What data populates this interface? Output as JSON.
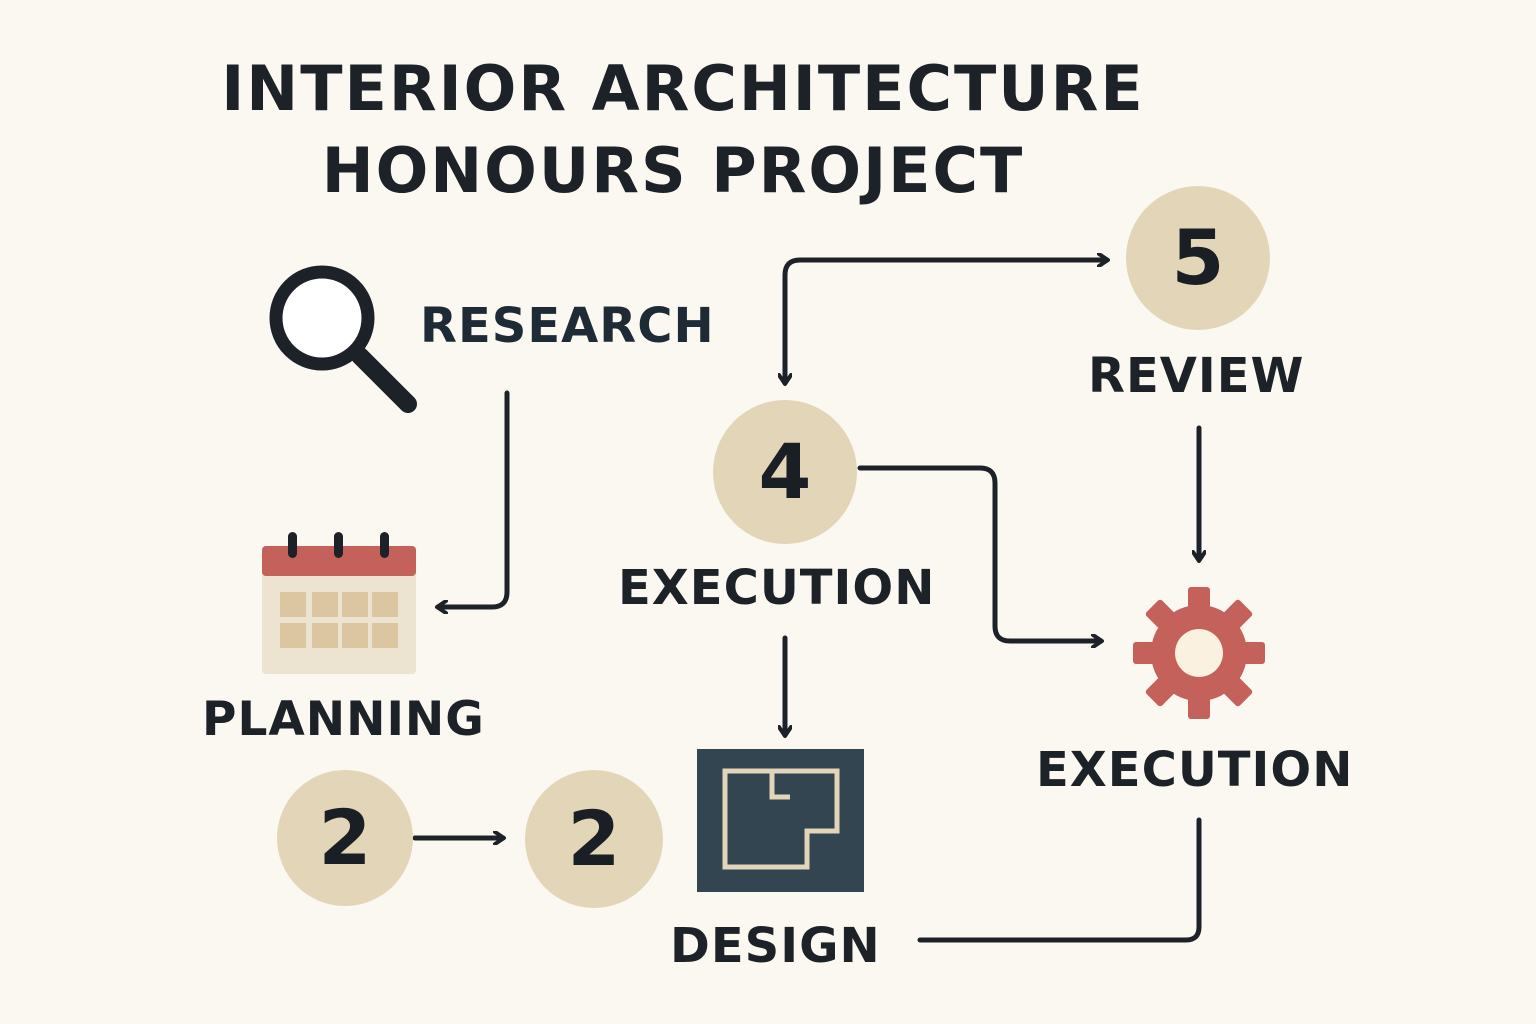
{
  "title": {
    "line1": "INTERIOR ARCHITECTURE",
    "line2": "HONOURS PROJECT"
  },
  "steps": {
    "research": "RESEARCH",
    "planning": "PLANNING",
    "execution_center": "EXECUTION",
    "review": "REVIEW",
    "execution_right": "EXECUTION",
    "design": "DESIGN"
  },
  "badges": {
    "two_left": "2",
    "two_right": "2",
    "four": "4",
    "five": "5"
  },
  "icons": {
    "research": "magnifier-icon",
    "planning": "calendar-icon",
    "design": "floor-plan-icon",
    "execution": "gear-icon"
  },
  "colors": {
    "background": "#fbf8f2",
    "text": "#1d2228",
    "badge": "#e3d5b8",
    "accent_red": "#c4615a",
    "dark_panel": "#334550",
    "calendar_cell": "#dcc6a2"
  }
}
